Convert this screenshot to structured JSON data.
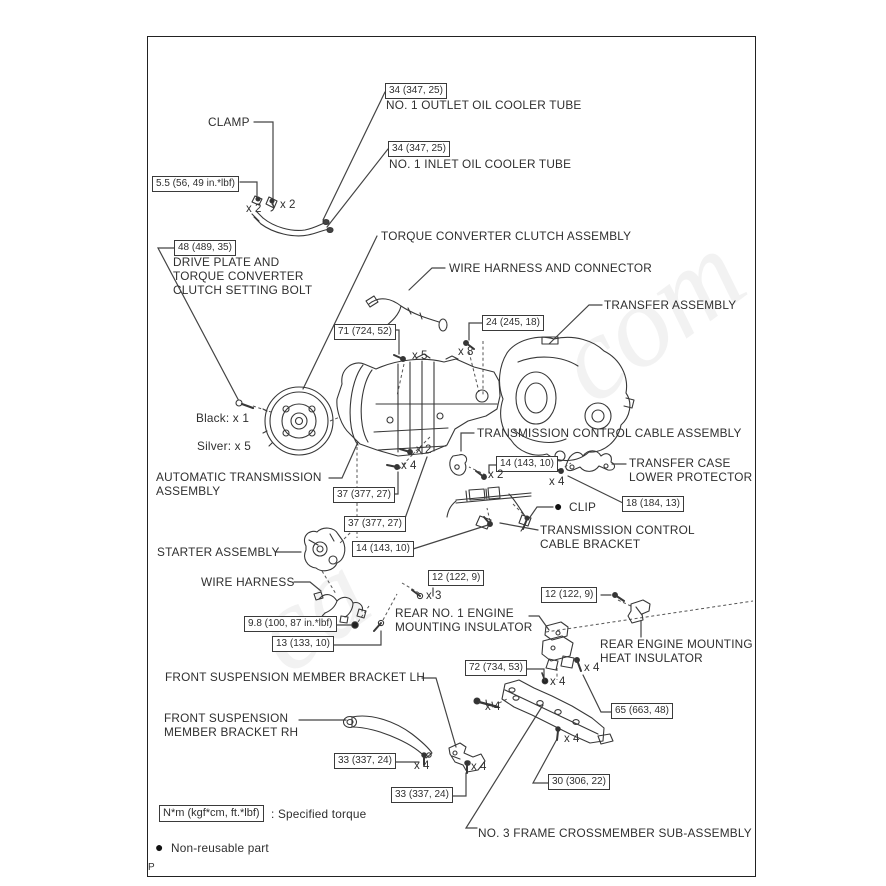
{
  "page": {
    "corner_letter": "P"
  },
  "watermark": {
    "fragments": [
      "com",
      "ca"
    ]
  },
  "legend": {
    "torque_unit_box": "N*m (kgf*cm, ft.*lbf)",
    "torque_unit_suffix": ": Specified torque",
    "bullet": "●",
    "non_reusable": "Non-reusable part"
  },
  "callouts": {
    "clamp": "CLAMP",
    "no1_outlet_oil_cooler_tube": "NO. 1 OUTLET OIL COOLER TUBE",
    "no1_inlet_oil_cooler_tube": "NO. 1 INLET OIL COOLER TUBE",
    "torque_converter_clutch_assembly": "TORQUE CONVERTER CLUTCH ASSEMBLY",
    "drive_plate_l1": "DRIVE PLATE AND",
    "drive_plate_l2": "TORQUE CONVERTER",
    "drive_plate_l3": "CLUTCH SETTING BOLT",
    "wire_harness_and_connector": "WIRE HARNESS AND CONNECTOR",
    "transfer_assembly": "TRANSFER ASSEMBLY",
    "black_qty": "Black:  x 1",
    "silver_qty": "Silver:  x 5",
    "transmission_control_cable_assembly": "TRANSMISSION CONTROL CABLE ASSEMBLY",
    "transfer_case_lower_protector_l1": "TRANSFER CASE",
    "transfer_case_lower_protector_l2": "LOWER PROTECTOR",
    "clip": "CLIP",
    "transmission_control_cable_bracket_l1": "TRANSMISSION CONTROL",
    "transmission_control_cable_bracket_l2": "CABLE BRACKET",
    "automatic_transmission_l1": "AUTOMATIC TRANSMISSION",
    "automatic_transmission_l2": "ASSEMBLY",
    "starter_assembly": "STARTER ASSEMBLY",
    "wire_harness": "WIRE HARNESS",
    "rear_no1_engine_mount_l1": "REAR NO. 1 ENGINE",
    "rear_no1_engine_mount_l2": "MOUNTING INSULATOR",
    "rear_engine_heat_l1": "REAR ENGINE MOUNTING",
    "rear_engine_heat_l2": "HEAT INSULATOR",
    "front_susp_bracket_lh": "FRONT SUSPENSION MEMBER BRACKET LH",
    "front_susp_bracket_rh_l1": "FRONT SUSPENSION",
    "front_susp_bracket_rh_l2": "MEMBER BRACKET RH",
    "no3_frame_crossmember": "NO. 3 FRAME CROSSMEMBER SUB-ASSEMBLY"
  },
  "torque_specs": [
    {
      "text": "34 (347, 25)"
    },
    {
      "text": "34 (347, 25)"
    },
    {
      "text": "5.5 (56, 49 in.*lbf)"
    },
    {
      "text": "48 (489, 35)"
    },
    {
      "text": "71 (724, 52)"
    },
    {
      "text": "24 (245, 18)"
    },
    {
      "text": "37 (377, 27)"
    },
    {
      "text": "37 (377, 27)"
    },
    {
      "text": "14 (143, 10)"
    },
    {
      "text": "18 (184, 13)"
    },
    {
      "text": "14 (143, 10)"
    },
    {
      "text": "12 (122, 9)"
    },
    {
      "text": "9.8 (100, 87 in.*lbf)"
    },
    {
      "text": "13 (133, 10)"
    },
    {
      "text": "12 (122, 9)"
    },
    {
      "text": "72 (734, 53)"
    },
    {
      "text": "65 (663, 48)"
    },
    {
      "text": "33 (337, 24)"
    },
    {
      "text": "33 (337, 24)"
    },
    {
      "text": "30 (306, 22)"
    }
  ],
  "quantities": [
    {
      "text": "x 2"
    },
    {
      "text": "x 2"
    },
    {
      "text": "x 5"
    },
    {
      "text": "x 8"
    },
    {
      "text": "x 2"
    },
    {
      "text": "x 4"
    },
    {
      "text": "x 2"
    },
    {
      "text": "x 4"
    },
    {
      "text": "x 3"
    },
    {
      "text": "x 4"
    },
    {
      "text": "x 4"
    },
    {
      "text": "x 4"
    },
    {
      "text": "x 4"
    },
    {
      "text": "x 4"
    },
    {
      "text": "x 4"
    }
  ]
}
